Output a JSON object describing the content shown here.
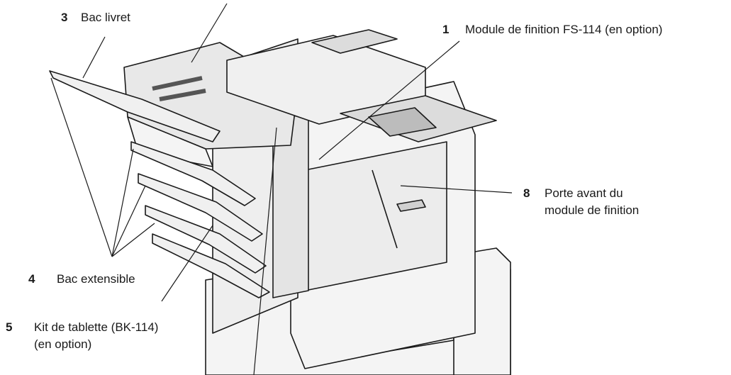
{
  "callouts": [
    {
      "num": "3",
      "text": "Bac livret"
    },
    {
      "num": "1",
      "text": "Module de finition FS-114 (en option)"
    },
    {
      "num": "8",
      "text": "Porte avant du",
      "text2": "module de finition"
    },
    {
      "num": "4",
      "text": "Bac extensible"
    },
    {
      "num": "5",
      "text": "Kit de tablette (BK-114)",
      "text2": "(en option)"
    }
  ],
  "colors": {
    "line": "#1a1a1a",
    "device_fill": "#f4f4f4",
    "device_shade": "#dcdcdc"
  }
}
